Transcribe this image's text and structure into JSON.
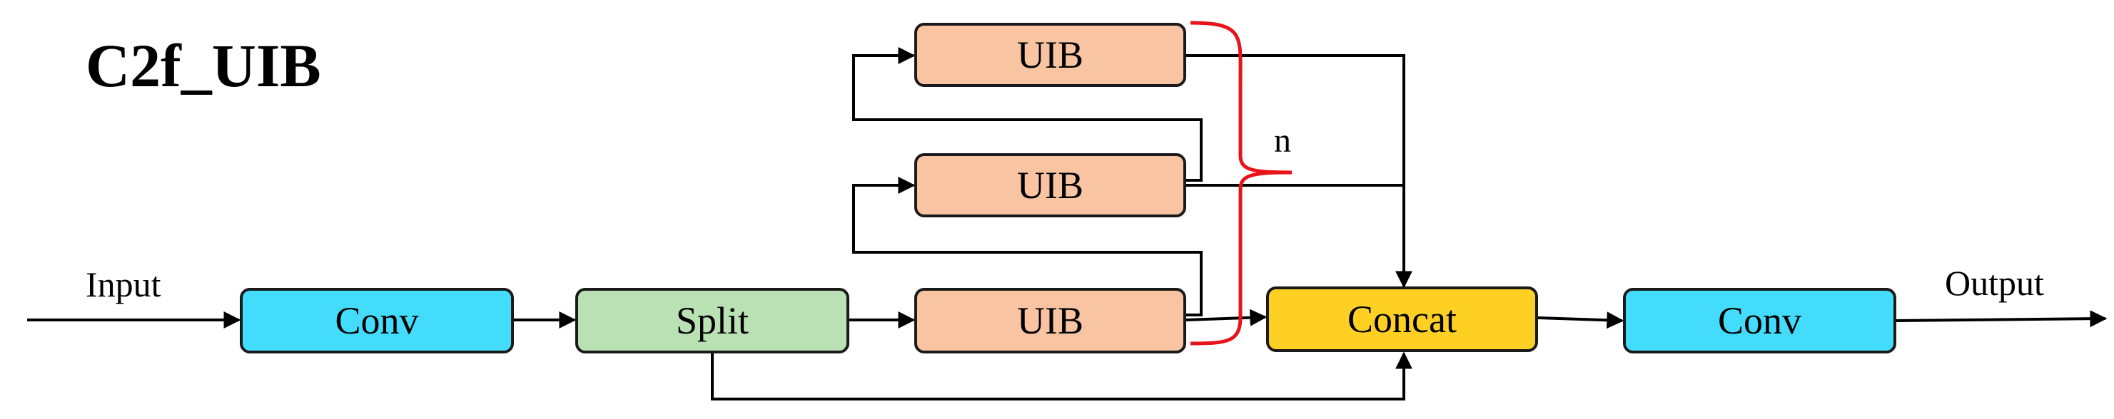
{
  "title": "C2f_UIB",
  "input_label": "Input",
  "output_label": "Output",
  "repeat_label": "n",
  "colors": {
    "conv": "#44dcfc",
    "split": "#b9e1b4",
    "uib": "#f9c4a2",
    "concat": "#fdd023",
    "brace": "#e8141b",
    "line": "#000000"
  },
  "nodes": {
    "conv_in": "Conv",
    "split": "Split",
    "uib_1": "UIB",
    "uib_2": "UIB",
    "uib_3": "UIB",
    "concat": "Concat",
    "conv_out": "Conv"
  }
}
